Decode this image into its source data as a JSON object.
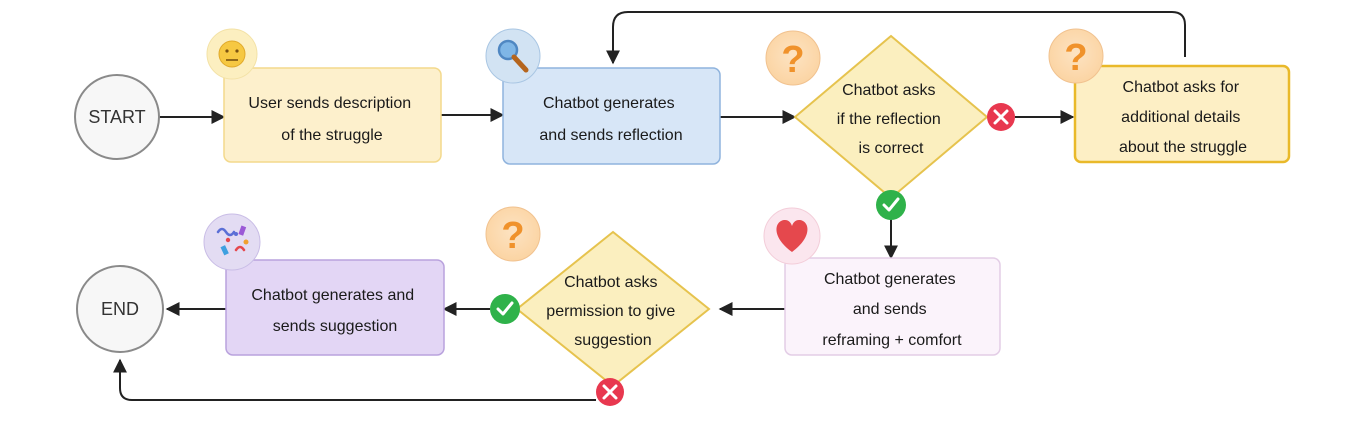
{
  "diagram": {
    "start_label": "START",
    "end_label": "END",
    "nodes": {
      "user_description": {
        "lines": [
          "User sends description",
          "of the struggle"
        ],
        "fill": "#fdf0cc",
        "stroke": "#f3d98c",
        "icon": "neutral-face-icon"
      },
      "reflection": {
        "lines": [
          "Chatbot generates",
          "and sends reflection"
        ],
        "fill": "#d7e6f7",
        "stroke": "#8fb3dd",
        "icon": "magnifier-icon"
      },
      "ask_reflection": {
        "lines": [
          "Chatbot asks",
          "if the reflection",
          "is correct"
        ],
        "fill": "#fbefbf",
        "stroke": "#e6c34e",
        "icon": "question-mark-icon"
      },
      "additional_details": {
        "lines": [
          "Chatbot asks for",
          "additional details",
          "about the struggle"
        ],
        "fill": "#fdefc5",
        "stroke": "#e9b92a",
        "icon": "question-mark-icon"
      },
      "reframing": {
        "lines": [
          "Chatbot generates",
          "and sends",
          "reframing + comfort"
        ],
        "fill": "#fbf3fb",
        "stroke": "#e3cde6",
        "icon": "heart-icon"
      },
      "ask_permission": {
        "lines": [
          "Chatbot asks",
          "permission to give",
          "suggestion"
        ],
        "fill": "#fbefbf",
        "stroke": "#e6c34e",
        "icon": "question-mark-icon"
      },
      "suggestion": {
        "lines": [
          "Chatbot generates and",
          "sends suggestion"
        ],
        "fill": "#e3d6f5",
        "stroke": "#b9a2dd",
        "icon": "confetti-icon"
      }
    },
    "colors": {
      "yes_badge": "#2fb24a",
      "no_badge": "#e8384f",
      "arrow": "#222222",
      "terminal_stroke": "#8a8a8a"
    }
  }
}
